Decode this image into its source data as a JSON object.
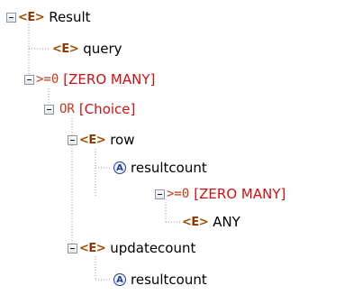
{
  "tree": {
    "root": {
      "badge": "E",
      "label": "Result"
    },
    "query": {
      "badge": "E",
      "label": "query"
    },
    "zero_many_1": {
      "op": ">=0",
      "label": "[ZERO MANY]"
    },
    "or_choice": {
      "op": "OR",
      "label": "[Choice]"
    },
    "row": {
      "badge": "E",
      "label": "row"
    },
    "row_attr": {
      "badge": "A",
      "label": "resultcount"
    },
    "zero_many_2": {
      "op": ">=0",
      "label": "[ZERO MANY]"
    },
    "any": {
      "badge": "E",
      "label": "ANY"
    },
    "updatecount": {
      "badge": "E",
      "label": "updatecount"
    },
    "update_attr": {
      "badge": "A",
      "label": "resultcount"
    }
  },
  "colors": {
    "element_badge": "#a64a00",
    "attribute_badge": "#1f3f9c",
    "operator": "#c43a14",
    "cardinality_label": "#d01010",
    "tree_line": "#9a9a9a"
  }
}
